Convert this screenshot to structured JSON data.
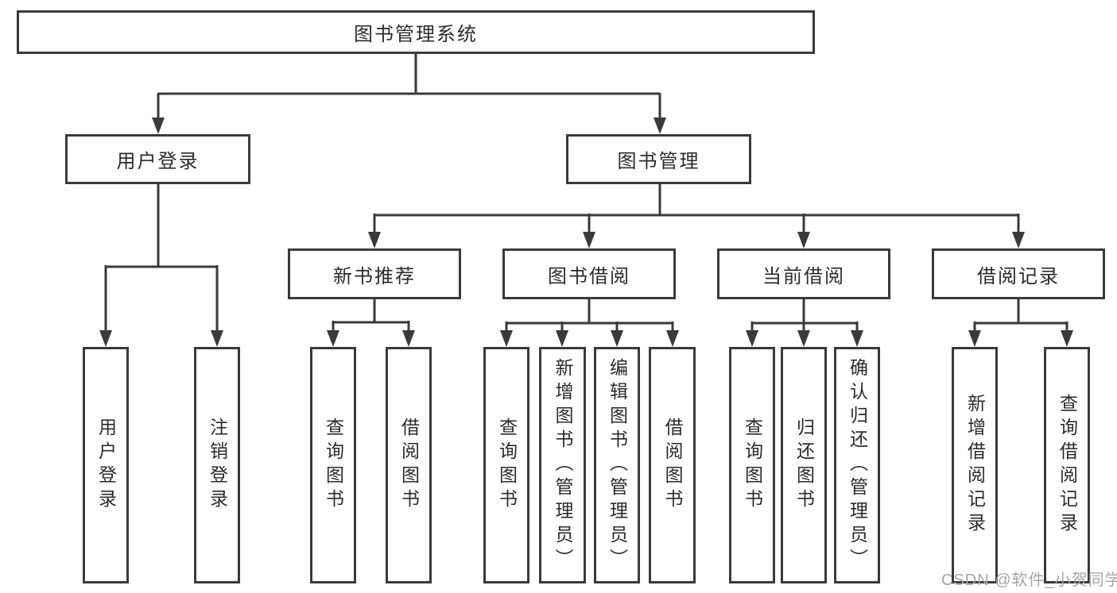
{
  "diagram": {
    "root": "图书管理系统",
    "branches": {
      "user_login": "用户登录",
      "book_mgmt": "图书管理"
    },
    "modules": {
      "new_book": "新书推荐",
      "book_borrow": "图书借阅",
      "current_borrow": "当前借阅",
      "borrow_record": "借阅记录"
    },
    "leaves": {
      "user_login_leaf": "用户登录",
      "logout": "注销登录",
      "nb_query": "查询图书",
      "nb_borrow": "借阅图书",
      "bb_query": "查询图书",
      "bb_add": "新增图书（管理员）",
      "bb_edit": "编辑图书（管理员）",
      "bb_borrow": "借阅图书",
      "cb_query": "查询图书",
      "cb_return": "归还图书",
      "cb_confirm": "确认归还（管理员）",
      "br_add": "新增借阅记录",
      "br_query": "查询借阅记录"
    }
  },
  "watermark": "CSDN @软件_小贺同学",
  "colors": {
    "line": "#3a3a3a",
    "text": "#2b2b2b",
    "watermark": "#a6a6a6",
    "background": "#ffffff"
  }
}
